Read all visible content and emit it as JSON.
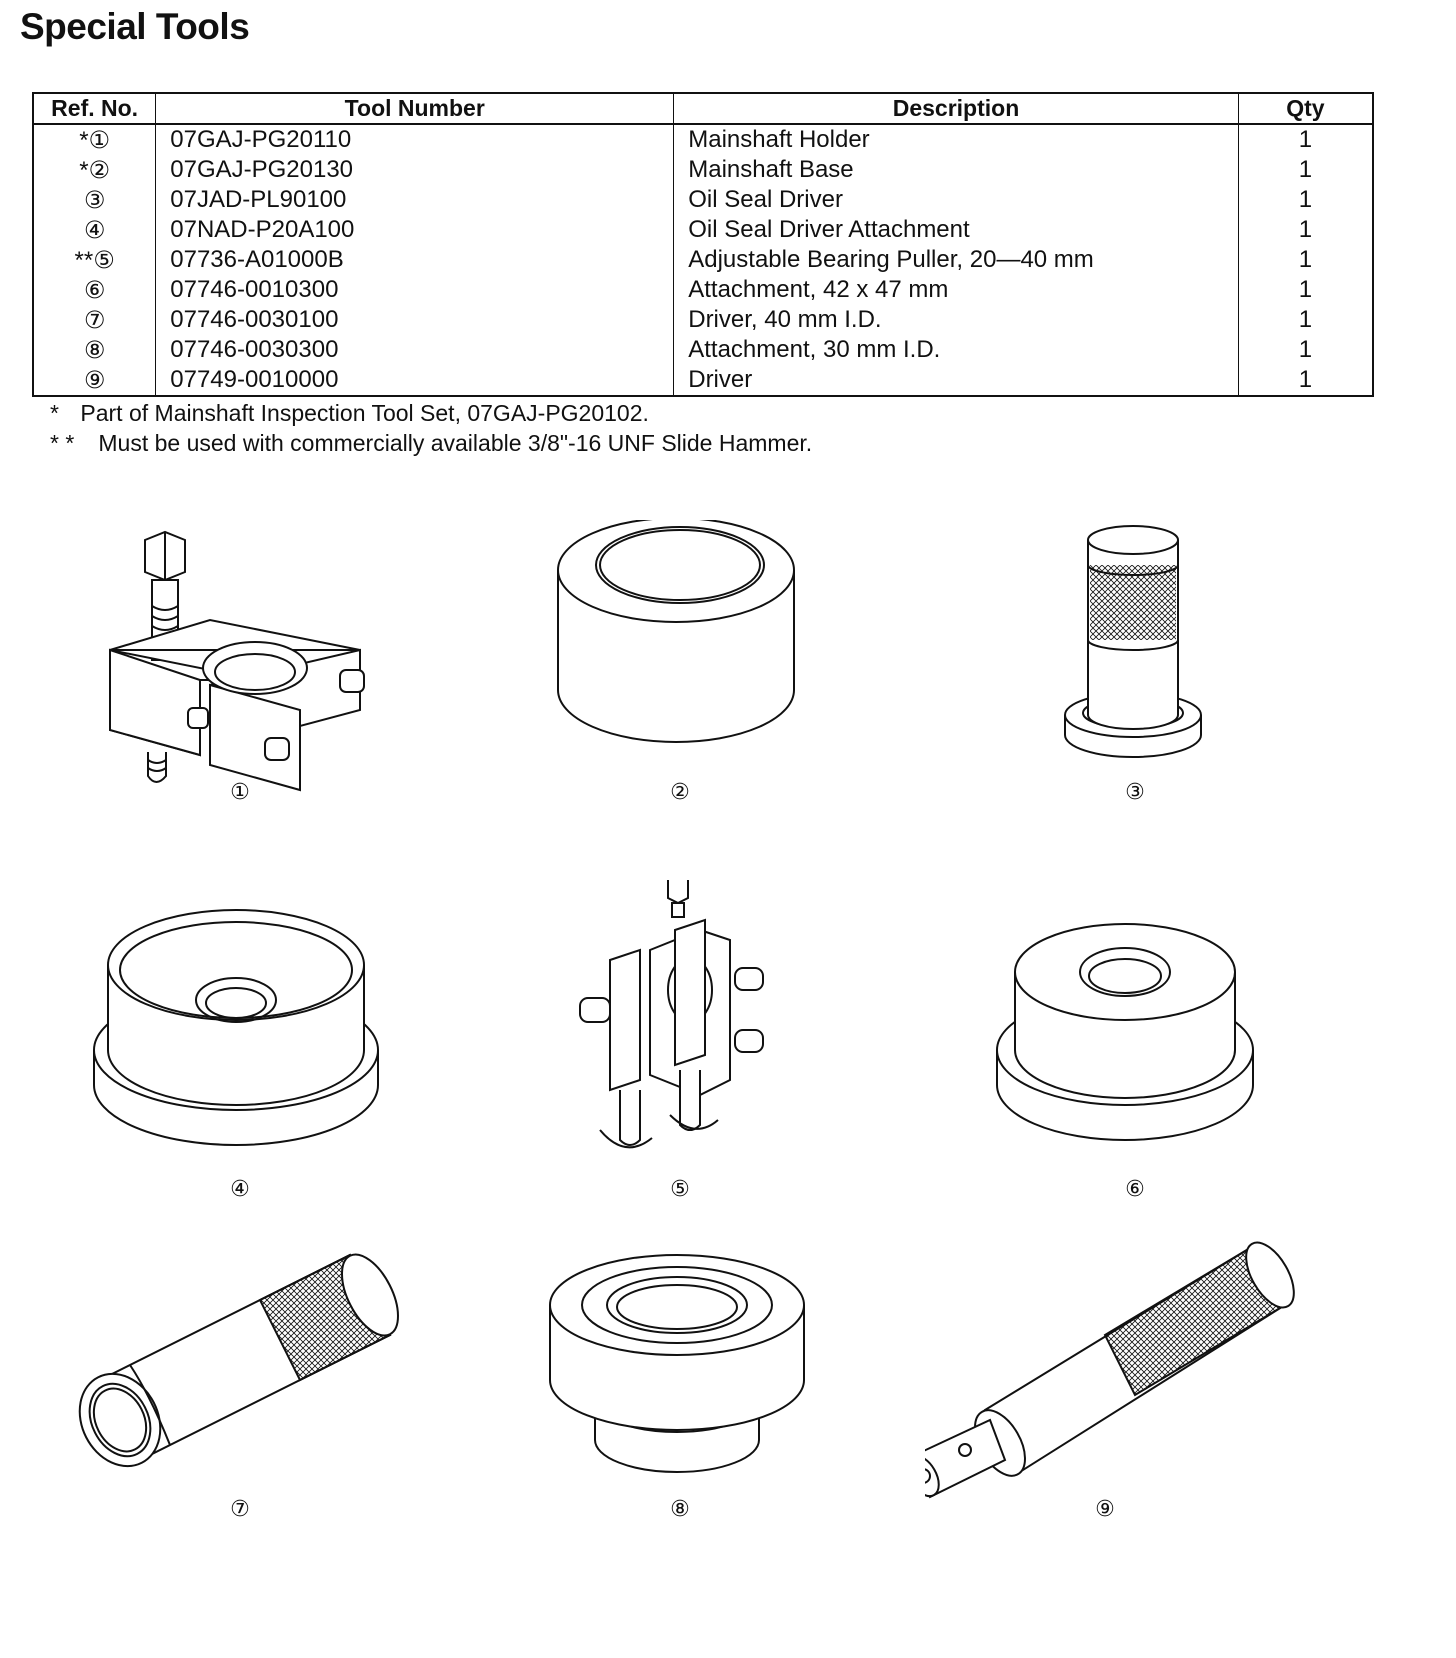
{
  "page_title": "Special Tools",
  "table": {
    "headers": [
      "Ref. No.",
      "Tool Number",
      "Description",
      "Qty"
    ],
    "rows": [
      {
        "ref": "*①",
        "tool_number": "07GAJ-PG20110",
        "description": "Mainshaft Holder",
        "qty": "1"
      },
      {
        "ref": "*②",
        "tool_number": "07GAJ-PG20130",
        "description": "Mainshaft Base",
        "qty": "1"
      },
      {
        "ref": "③",
        "tool_number": "07JAD-PL90100",
        "description": "Oil Seal Driver",
        "qty": "1"
      },
      {
        "ref": "④",
        "tool_number": "07NAD-P20A100",
        "description": "Oil Seal Driver Attachment",
        "qty": "1"
      },
      {
        "ref": "**⑤",
        "tool_number": "07736-A01000B",
        "description": "Adjustable Bearing Puller, 20—40 mm",
        "qty": "1"
      },
      {
        "ref": "⑥",
        "tool_number": "07746-0010300",
        "description": "Attachment, 42 x 47 mm",
        "qty": "1"
      },
      {
        "ref": "⑦",
        "tool_number": "07746-0030100",
        "description": "Driver, 40 mm I.D.",
        "qty": "1"
      },
      {
        "ref": "⑧",
        "tool_number": "07746-0030300",
        "description": "Attachment, 30 mm I.D.",
        "qty": "1"
      },
      {
        "ref": "⑨",
        "tool_number": "07749-0010000",
        "description": "Driver",
        "qty": "1"
      }
    ]
  },
  "notes": [
    {
      "marker": "*",
      "text": "Part of Mainshaft Inspection Tool Set, 07GAJ-PG20102."
    },
    {
      "marker": "* *",
      "text": "Must be used with commercially available 3/8\"-16 UNF Slide Hammer."
    }
  ],
  "figure_labels": [
    "①",
    "②",
    "③",
    "④",
    "⑤",
    "⑥",
    "⑦",
    "⑧",
    "⑨"
  ]
}
